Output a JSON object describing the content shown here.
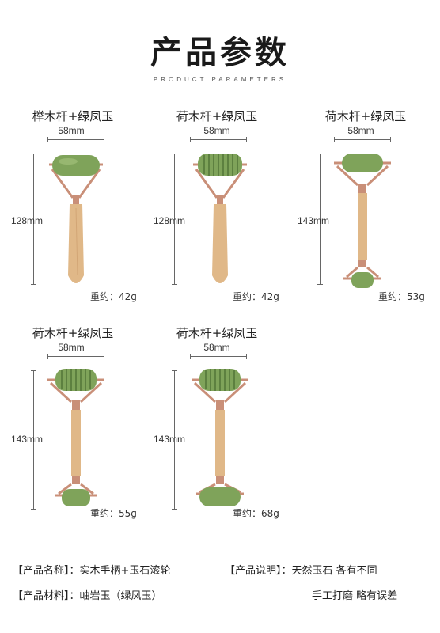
{
  "header": {
    "title": "产品参数",
    "subtitle": "PRODUCT PARAMETERS"
  },
  "products": [
    {
      "name": "榉木杆+绿凤玉",
      "width": "58mm",
      "height": "128mm",
      "weight": "重约：42g",
      "style": "smooth-single"
    },
    {
      "name": "荷木杆+绿凤玉",
      "width": "58mm",
      "height": "128mm",
      "weight": "重约：42g",
      "style": "ribbed-single"
    },
    {
      "name": "荷木杆+绿凤玉",
      "width": "58mm",
      "height": "143mm",
      "weight": "重约：53g",
      "style": "smooth-double"
    },
    {
      "name": "荷木杆+绿凤玉",
      "width": "58mm",
      "height": "143mm",
      "weight": "重约：55g",
      "style": "ribbed-double"
    },
    {
      "name": "荷木杆+绿凤玉",
      "width": "58mm",
      "height": "143mm",
      "weight": "重约：68g",
      "style": "ribbed-double-large"
    }
  ],
  "specs": {
    "name_label": "【产品名称】：",
    "name_value": "实木手柄+玉石滚轮",
    "desc_label": "【产品说明】：",
    "desc_value_1": "天然玉石  各有不同",
    "desc_value_2": "手工打磨  略有误差",
    "material_label": "【产品材料】：",
    "material_value": "岫岩玉（绿凤玉）"
  },
  "colors": {
    "jade": "#7fa35a",
    "jade_dark": "#5d8040",
    "wood": "#e0b888",
    "rose_gold": "#c98f78"
  }
}
